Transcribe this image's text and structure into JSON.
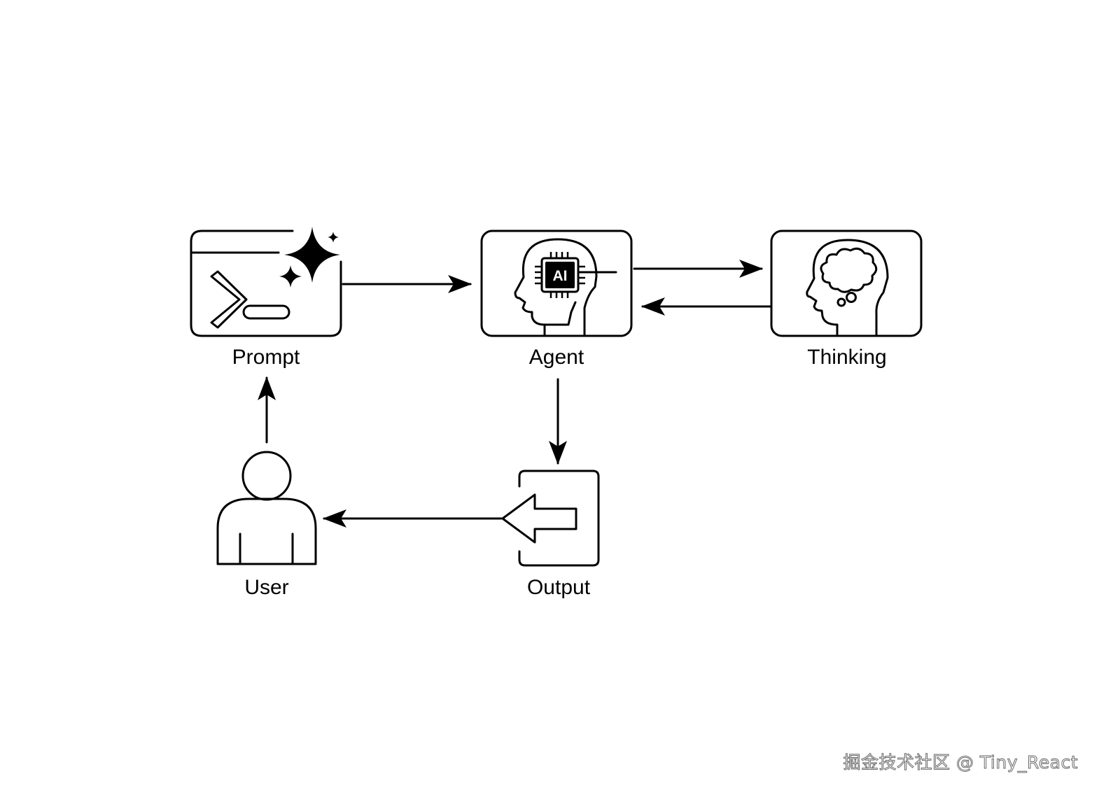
{
  "nodes": {
    "prompt": {
      "label": "Prompt",
      "icon": "terminal-sparkle-icon"
    },
    "agent": {
      "label": "Agent",
      "icon": "ai-head-icon",
      "chip_text": "AI"
    },
    "thinking": {
      "label": "Thinking",
      "icon": "thinking-head-icon"
    },
    "output": {
      "label": "Output",
      "icon": "output-arrow-icon"
    },
    "user": {
      "label": "User",
      "icon": "user-icon"
    }
  },
  "edges": [
    {
      "from": "Prompt",
      "to": "Agent"
    },
    {
      "from": "Agent",
      "to": "Thinking"
    },
    {
      "from": "Thinking",
      "to": "Agent"
    },
    {
      "from": "Agent",
      "to": "Output"
    },
    {
      "from": "Output",
      "to": "User"
    },
    {
      "from": "User",
      "to": "Prompt"
    }
  ],
  "watermark": "掘金技术社区 @ Tiny_React",
  "colors": {
    "stroke": "#000000",
    "background": "#ffffff",
    "watermark": "#6a6a6a"
  }
}
